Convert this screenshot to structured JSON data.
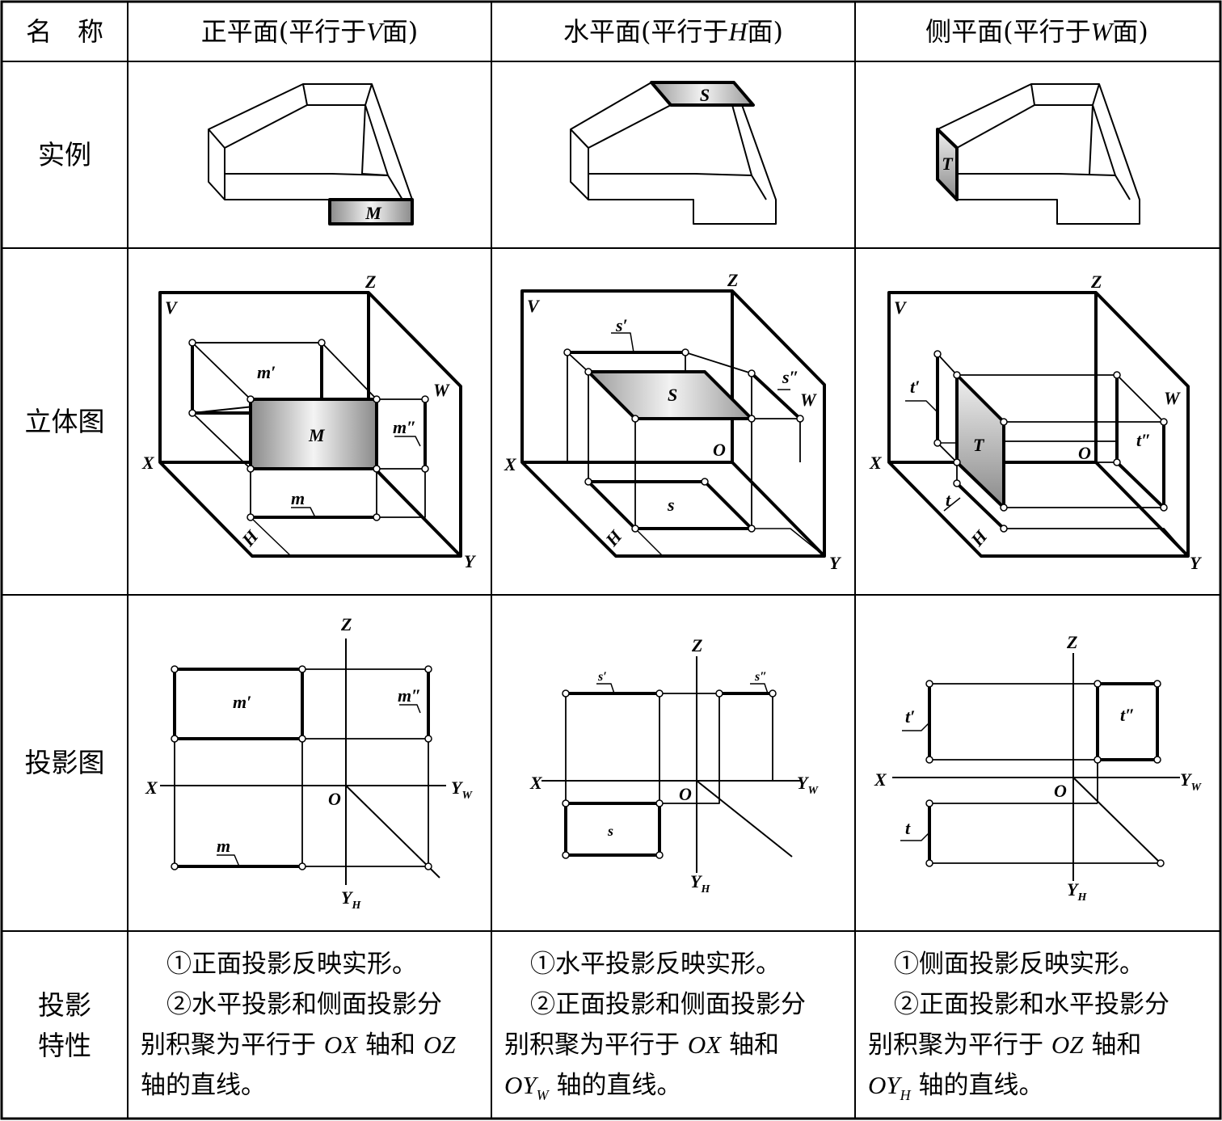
{
  "table": {
    "header": {
      "name": "名　称",
      "col1_prefix": "正平面(平行于",
      "col1_letter": "V",
      "col1_suffix": "面)",
      "col2_prefix": "水平面(平行于",
      "col2_letter": "H",
      "col2_suffix": "面)",
      "col3_prefix": "侧平面(平行于",
      "col3_letter": "W",
      "col3_suffix": "面)"
    },
    "rows": {
      "example": "实例",
      "solid": "立体图",
      "projection": "投影图",
      "property_line1": "投影",
      "property_line2": "特性"
    }
  },
  "example_labels": {
    "col1": "M",
    "col2": "S",
    "col3": "T"
  },
  "solid_labels": {
    "axis_z": "Z",
    "axis_v": "V",
    "axis_w": "W",
    "axis_x": "X",
    "axis_h": "H",
    "axis_y": "Y",
    "origin": "O",
    "col1": {
      "front": "m′",
      "face": "M",
      "side": "m″",
      "top": "m"
    },
    "col2": {
      "front": "s′",
      "face": "S",
      "side": "s″",
      "top": "s"
    },
    "col3": {
      "front": "t′",
      "face": "T",
      "side": "t″",
      "top": "t"
    }
  },
  "projection_labels": {
    "z": "Z",
    "x": "X",
    "o": "O",
    "yw": "Y",
    "yw_sub": "W",
    "yh": "Y",
    "yh_sub": "H",
    "col1": {
      "front": "m′",
      "side": "m″",
      "top": "m"
    },
    "col2": {
      "front": "s′",
      "side": "s″",
      "top": "s"
    },
    "col3": {
      "front": "t′",
      "side": "t″",
      "top": "t"
    }
  },
  "properties": {
    "col1": {
      "p1": "①正面投影反映实形。",
      "p2a": "②水平投影和侧面投影分",
      "p2b_pre": "别积聚为平行于 ",
      "p2b_v1": "OX",
      "p2b_mid": " 轴和 ",
      "p2b_v2": "OZ",
      "p2c": "轴的直线。"
    },
    "col2": {
      "p1": "①水平投影反映实形。",
      "p2a": "②正面投影和侧面投影分",
      "p2b_pre": "别积聚为平行于 ",
      "p2b_v1": "OX",
      "p2b_mid": " 轴和",
      "p2c_v": "OY",
      "p2c_sub": "W",
      "p2c_post": " 轴的直线。"
    },
    "col3": {
      "p1": "①侧面投影反映实形。",
      "p2a": "②正面投影和水平投影分",
      "p2b_pre": "别积聚为平行于 ",
      "p2b_v1": "OZ",
      "p2b_mid": " 轴和",
      "p2c_v": "OY",
      "p2c_sub": "H",
      "p2c_post": " 轴的直线。"
    }
  }
}
